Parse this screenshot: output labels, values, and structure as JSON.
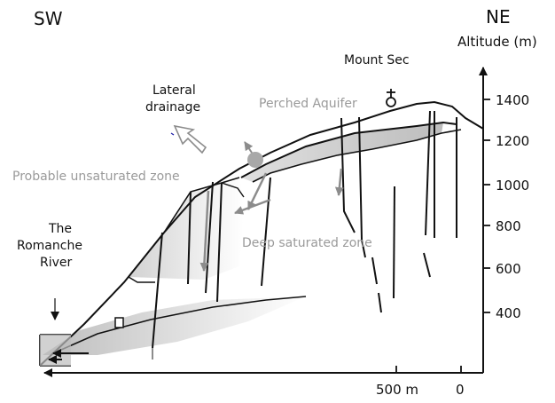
{
  "orientation": {
    "left": "SW",
    "right": "NE"
  },
  "axis": {
    "title": "Altitude (m)",
    "ticks": [
      "1400",
      "1200",
      "1000",
      "800",
      "600",
      "400"
    ],
    "scale_labels": [
      "500 m",
      "0"
    ]
  },
  "labels": {
    "mount": "Mount Sec",
    "perched_aquifer": "Perched Aquifer",
    "lateral_drainage_1": "Lateral",
    "lateral_drainage_2": "drainage",
    "unsaturated_zone": "Probable unsaturated zone",
    "saturated_zone": "Deep saturated zone",
    "river_1": "The",
    "river_2": "Romanche",
    "river_3": "River"
  },
  "colors": {
    "line": "#111111",
    "grey_text": "#9a9a9a",
    "zone_fill": "#cfcfcf",
    "arrow_grey": "#8c8c8c"
  }
}
